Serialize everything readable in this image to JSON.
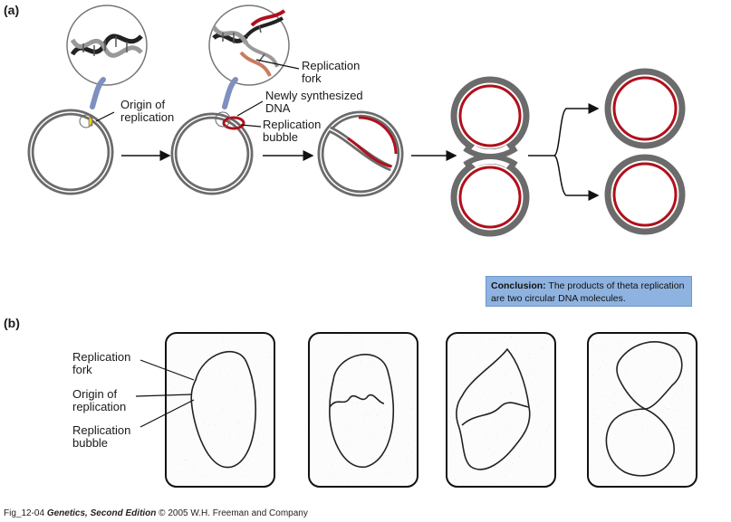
{
  "panel_a": {
    "label": "(a)",
    "labels": {
      "origin_line1": "Origin of",
      "origin_line2": "replication",
      "fork_line1": "Replication",
      "fork_line2": "fork",
      "newly_line1": "Newly synthesized",
      "newly_line2": "DNA",
      "bubble_line1": "Replication",
      "bubble_line2": "bubble"
    },
    "conclusion": {
      "heading": "Conclusion:",
      "text": "The products of theta replication are two circular DNA molecules."
    },
    "colors": {
      "parental_strand": "#6b6b6b",
      "new_strand": "#b0101c",
      "origin_marker": "#f2d21a",
      "arrow_to_inset": "#9aa9d6"
    }
  },
  "panel_b": {
    "label": "(b)",
    "labels": {
      "fork_line1": "Replication",
      "fork_line2": "fork",
      "origin_line1": "Origin of",
      "origin_line2": "replication",
      "bubble_line1": "Replication",
      "bubble_line2": "bubble"
    }
  },
  "caption": {
    "fig_id": "Fig_12-04",
    "book": "Genetics, Second Edition",
    "credit": "© 2005 W.H. Freeman and Company"
  }
}
